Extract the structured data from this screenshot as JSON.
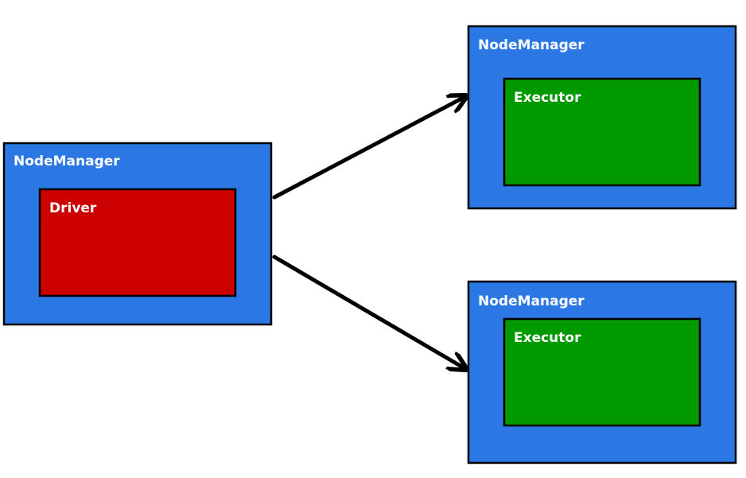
{
  "colors": {
    "node_manager": "#2b78e4",
    "driver": "#cc0000",
    "executor": "#009900",
    "outline": "#000000",
    "label_text": "#ffffff"
  },
  "nodes": [
    {
      "label": "NodeManager",
      "inner_label": "Driver",
      "inner_role": "driver"
    },
    {
      "label": "NodeManager",
      "inner_label": "Executor",
      "inner_role": "executor"
    },
    {
      "label": "NodeManager",
      "inner_label": "Executor",
      "inner_role": "executor"
    }
  ],
  "edges": [
    {
      "from": 0,
      "to": 1
    },
    {
      "from": 0,
      "to": 2
    }
  ]
}
